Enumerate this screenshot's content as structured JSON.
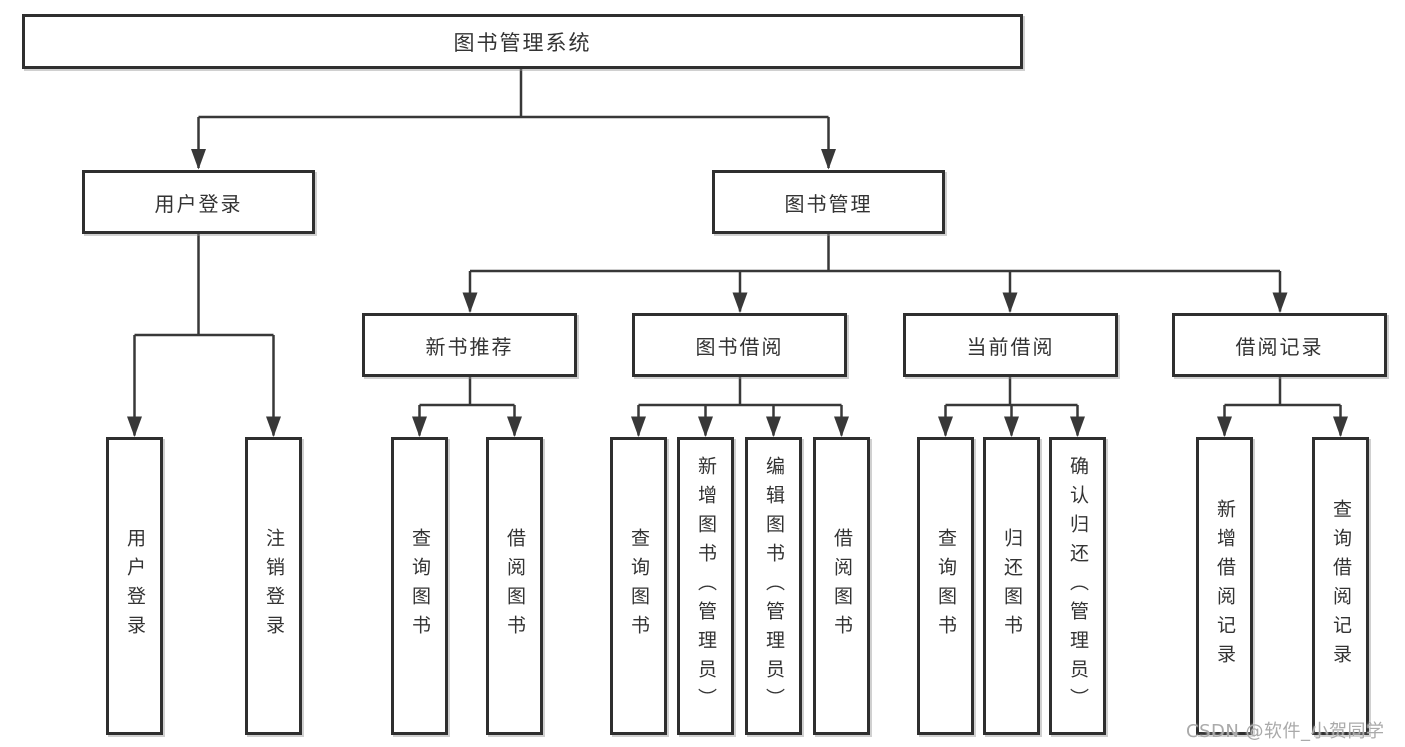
{
  "diagram": {
    "root": {
      "label": "图书管理系统"
    },
    "level1": {
      "user_login": {
        "label": "用户登录"
      },
      "book_management": {
        "label": "图书管理"
      }
    },
    "level2": {
      "new_book_recommend": {
        "label": "新书推荐"
      },
      "book_borrowing": {
        "label": "图书借阅"
      },
      "current_borrowing": {
        "label": "当前借阅"
      },
      "borrowing_records": {
        "label": "借阅记录"
      }
    },
    "leaves": [
      {
        "label": "用户登录"
      },
      {
        "label": "注销登录"
      },
      {
        "label": "查询图书"
      },
      {
        "label": "借阅图书"
      },
      {
        "label": "查询图书"
      },
      {
        "label": "新增图书（管理员）"
      },
      {
        "label": "编辑图书（管理员）"
      },
      {
        "label": "借阅图书"
      },
      {
        "label": "查询图书"
      },
      {
        "label": "归还图书"
      },
      {
        "label": "确认归还（管理员）"
      },
      {
        "label": "新增借阅记录"
      },
      {
        "label": "查询借阅记录"
      }
    ]
  },
  "watermark": "CSDN @软件_小贺同学",
  "colors": {
    "line": "#383838",
    "box_border": "#2f2f2f",
    "text": "#333333",
    "background": "#ffffff",
    "watermark": "#aaaaaa"
  }
}
